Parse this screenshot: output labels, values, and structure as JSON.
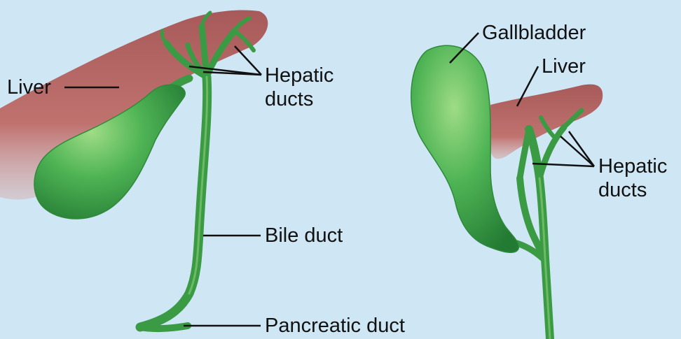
{
  "labels": {
    "left_liver": "Liver",
    "left_hepatic": [
      "Hepatic",
      "ducts"
    ],
    "bile_duct": "Bile duct",
    "pancreatic_duct": "Pancreatic duct",
    "gallbladder": "Gallbladder",
    "right_liver": "Liver",
    "right_hepatic": [
      "Hepatic",
      "ducts"
    ]
  },
  "colors": {
    "background": "#cfe6f4",
    "liver": "#b86a68",
    "gallbladder": "#3fa64a",
    "duct": "#3b9a44",
    "leader_line": "#111111"
  }
}
